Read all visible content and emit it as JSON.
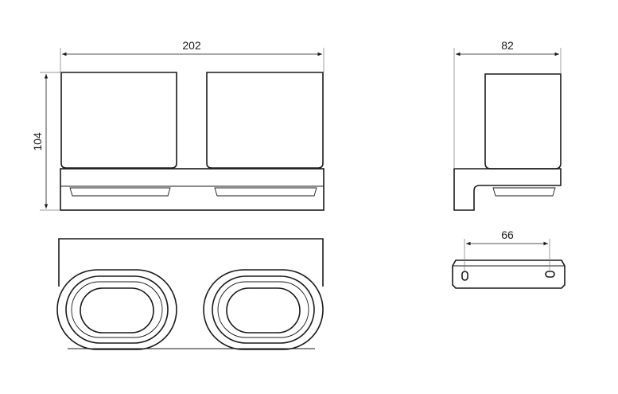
{
  "dimensions": {
    "front_width": "202",
    "front_height": "104",
    "side_depth": "82",
    "mount_spacing": "66"
  }
}
